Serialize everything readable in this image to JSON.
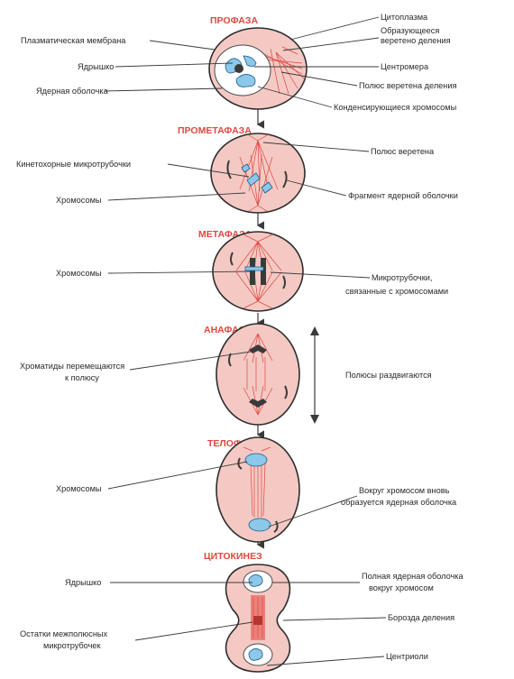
{
  "stages": {
    "prophase": "ПРОФАЗА",
    "prometaphase": "ПРОМЕТАФАЗА",
    "metaphase": "МЕТАФАЗА",
    "anaphase": "АНАФАЗА",
    "telophase": "ТЕЛОФАЗА",
    "cytokinesis": "ЦИТОКИНЕЗ"
  },
  "labels": {
    "plasma_membrane": "Плазматическая мембрана",
    "nucleolus_1": "Ядрышко",
    "nuclear_envelope": "Ядерная оболочка",
    "cytoplasm": "Цитоплазма",
    "forming_spindle_1": "Образующееся",
    "forming_spindle_2": "веретено деления",
    "centromere": "Центромера",
    "spindle_pole_1": "Полюс веретена деления",
    "condensing_chromosomes": "Конденсирующиеся хромосомы",
    "kinetochore_mt": "Кинетохорные микротрубочки",
    "chromosomes_1": "Хромосомы",
    "spindle_pole_2": "Полюс веретена",
    "envelope_fragment": "Фрагмент ядерной оболочки",
    "chromosomes_2": "Хромосомы",
    "mt_bound_1": "Микротрубочки,",
    "mt_bound_2": "связанные с хромосомами",
    "chromatids_move_1": "Хроматиды перемещаются",
    "chromatids_move_2": "к полюсу",
    "poles_apart": "Полюсы раздвигаются",
    "chromosomes_3": "Хромосомы",
    "envelope_reform_1": "Вокруг хромосом вновь",
    "envelope_reform_2": "образуется ядерная оболочка",
    "nucleolus_2": "Ядрышко",
    "full_envelope_1": "Полная ядерная оболочка",
    "full_envelope_2": "вокруг хромосом",
    "cleavage_furrow": "Борозда деления",
    "interpolar_remnants_1": "Остатки межполюсных",
    "interpolar_remnants_2": "микротрубочек",
    "centrioles": "Центриоли"
  },
  "colors": {
    "cell_fill": "#f4c9c4",
    "stage_title": "#e0473f",
    "chromosome": "#8cc8ea",
    "microtubule": "#e0473f"
  }
}
